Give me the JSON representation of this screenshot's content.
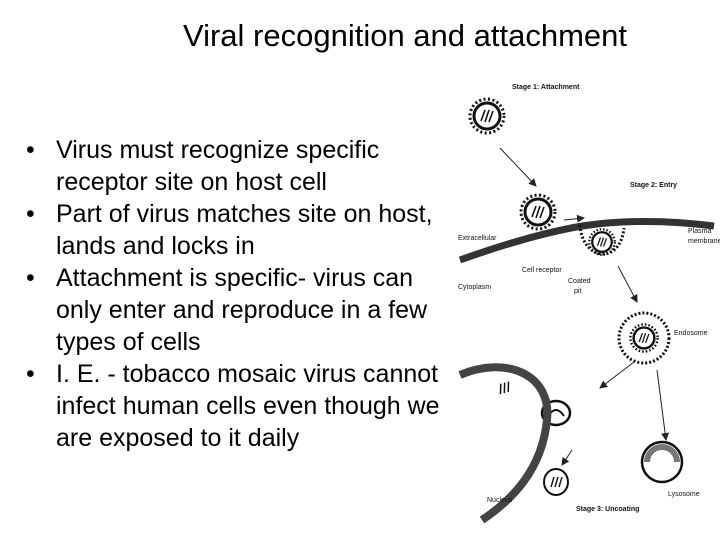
{
  "slide": {
    "title": "Viral recognition and attachment",
    "bullets": [
      "Virus must recognize specific receptor site on host cell",
      "Part of virus matches site on host, lands and locks in",
      "Attachment is specific- virus can only enter and reproduce in a few types of cells",
      "I. E.  - tobacco mosaic virus cannot infect human cells even though we are exposed to it daily"
    ],
    "bullet_symbol": "•"
  },
  "diagram": {
    "labels": {
      "stage1": "Stage 1: Attachment",
      "stage2": "Stage 2: Entry",
      "stage3": "Stage 3: Uncoating",
      "extracellular": "Extracellular",
      "plasma": "Plasma",
      "membrane": "membrane",
      "cell_receptor": "Cell receptor",
      "coated": "Coated",
      "pit": "pit",
      "cytoplasm": "Cytoplasm",
      "endosome": "Endosome",
      "nucleus": "Nucleus",
      "lysosome": "Lysosome"
    }
  }
}
